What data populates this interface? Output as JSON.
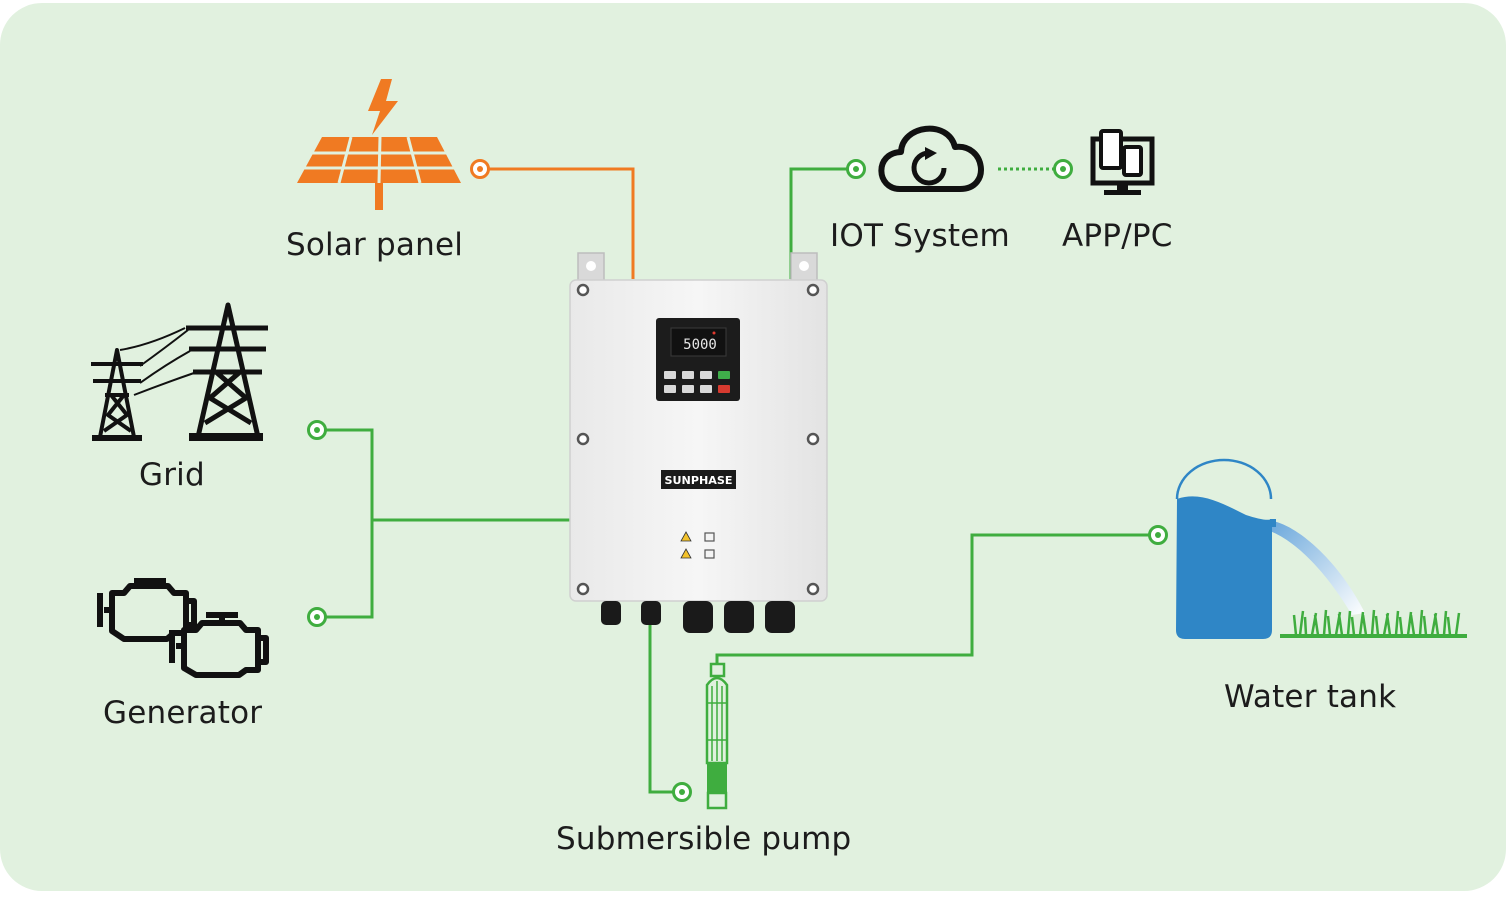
{
  "labels": {
    "solar_panel": "Solar panel",
    "iot_system": "IOT System",
    "app_pc": "APP/PC",
    "grid": "Grid",
    "generator": "Generator",
    "water_tank": "Water tank",
    "submersible_pump": "Submersible pump"
  },
  "controller": {
    "brand": "SUNPHASE",
    "display_value": "5000"
  },
  "colors": {
    "background": "#e1f1df",
    "solar_line": "#f07a22",
    "green_line": "#3fad3f",
    "water": "#2f86c6"
  }
}
